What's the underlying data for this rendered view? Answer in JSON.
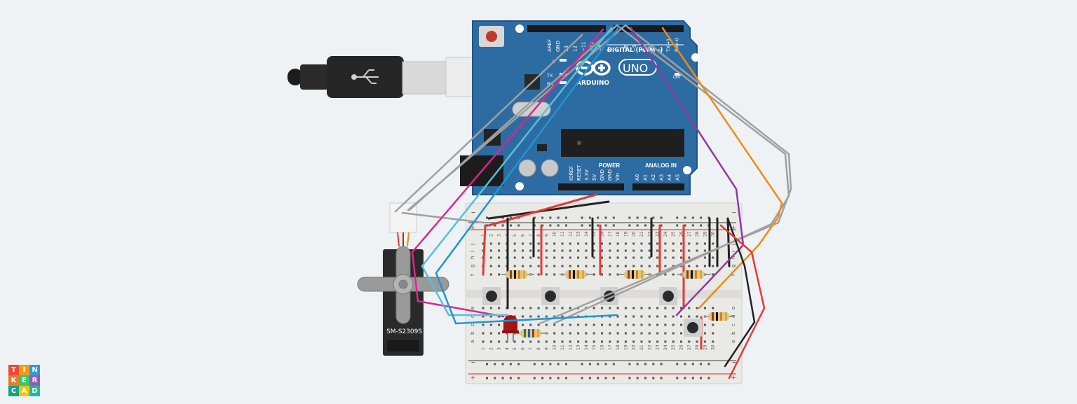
{
  "logo": {
    "letters": [
      "T",
      "I",
      "N",
      "K",
      "E",
      "R",
      "C",
      "A",
      "D"
    ],
    "colors": [
      "#e74c3c",
      "#f39c12",
      "#3498db",
      "#e67e22",
      "#2ecc71",
      "#9b59b6",
      "#16a085",
      "#f1c40f",
      "#1abc9c"
    ]
  },
  "arduino": {
    "brand": "ARDUINO",
    "model": "UNO",
    "digital_label": "DIGITAL (PWM~)",
    "power_label": "POWER",
    "analog_label": "ANALOG IN",
    "on_label": "ON",
    "tx_label": "TX",
    "rx_label": "RX",
    "l_label": "L",
    "digital_pins": [
      "AREF",
      "GND",
      "13",
      "12",
      "~11",
      "~10",
      "~9",
      "8",
      "7",
      "~6",
      "~5",
      "4",
      "~3",
      "2",
      "TX→1",
      "RX←0"
    ],
    "power_pins": [
      "IOREF",
      "RESET",
      "3.3V",
      "5V",
      "GND",
      "GND",
      "Vin"
    ],
    "analog_pins": [
      "A0",
      "A1",
      "A2",
      "A3",
      "A4",
      "A5"
    ]
  },
  "servo": {
    "model": "SM-S2309S"
  },
  "breadboard": {
    "columns": [
      "1",
      "2",
      "3",
      "4",
      "5",
      "6",
      "7",
      "8",
      "9",
      "10",
      "11",
      "12",
      "13",
      "14",
      "15",
      "16",
      "17",
      "18",
      "19",
      "20",
      "21",
      "22",
      "23",
      "24",
      "25",
      "26",
      "27",
      "28",
      "29",
      "30"
    ],
    "rows_top": [
      "j",
      "i",
      "h",
      "g",
      "f"
    ],
    "rows_bottom": [
      "e",
      "d",
      "c",
      "b",
      "a"
    ],
    "plus": "+",
    "minus": "−"
  },
  "colors": {
    "board": "#2d6ca2",
    "breadboard": "#e9e9e6",
    "wire_red": "#e53935",
    "wire_black": "#222222",
    "wire_gray": "#a0a0a0",
    "wire_pink": "#d8288c",
    "wire_cyan": "#55c0dd",
    "wire_blue": "#1e95d6",
    "wire_purple": "#8e3aa0",
    "wire_orange": "#ef8a14"
  }
}
